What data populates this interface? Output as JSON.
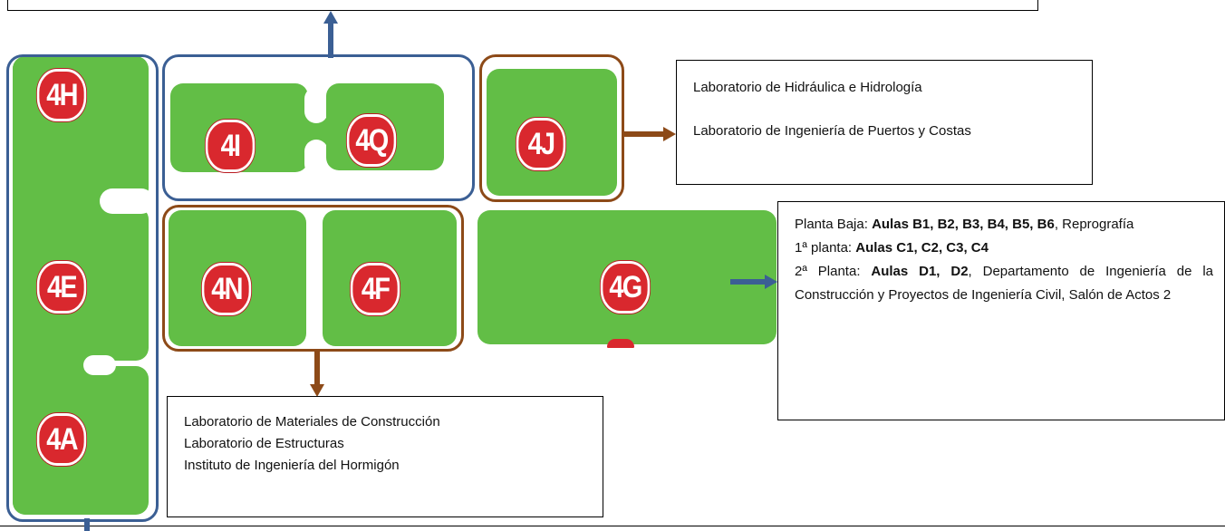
{
  "buildings": {
    "b4h": "4H",
    "b4i": "4I",
    "b4q": "4Q",
    "b4j": "4J",
    "b4e": "4E",
    "b4n": "4N",
    "b4f": "4F",
    "b4g": "4G",
    "b4a": "4A"
  },
  "info_hydraulics": {
    "line1": "Laboratorio de Hidráulica e Hidrología",
    "line2": "Laboratorio de Ingeniería de Puertos y Costas"
  },
  "info_materials": {
    "line1": "Laboratorio de Materiales de Construcción",
    "line2": "Laboratorio de Estructuras",
    "line3": "Instituto de Ingeniería del Hormigón"
  },
  "info_4g": {
    "ground_label": "Planta Baja: ",
    "ground_bold": "Aulas B1, B2, B3, B4, B5, B6",
    "ground_rest": ", Reprografía",
    "first_label": "1ª planta: ",
    "first_bold": "Aulas C1, C2, C3, C4",
    "second_label": "2ª Planta: ",
    "second_bold": "Aulas D1, D2",
    "second_rest": ", Departamento de Ingeniería de la Construcción y Proyectos de Ingeniería Civil, Salón de Actos 2"
  },
  "colors": {
    "building_green": "#62be46",
    "label_red": "#d9282e",
    "outline_blue": "#3b5f94",
    "outline_brown": "#8d4a18"
  }
}
